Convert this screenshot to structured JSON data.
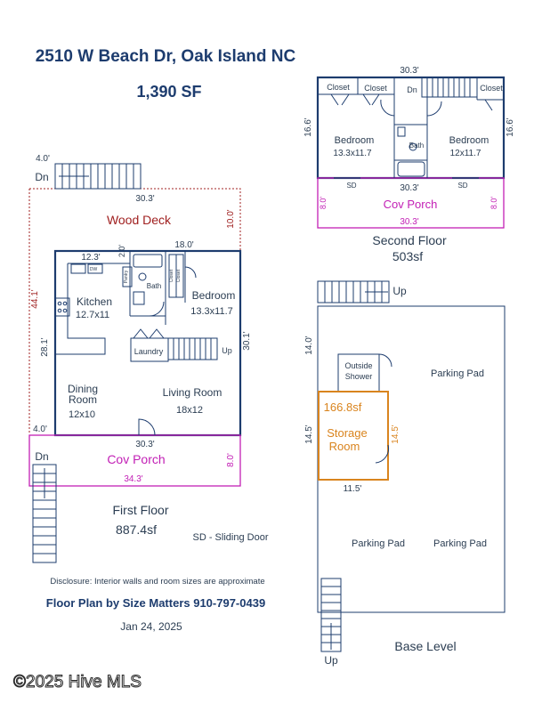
{
  "header": {
    "address": "2510 W Beach Dr, Oak Island NC",
    "total_sf": "1,390 SF"
  },
  "first_floor": {
    "title": "First Floor",
    "area": "887.4sf",
    "rooms": {
      "wood_deck": "Wood Deck",
      "kitchen": "Kitchen",
      "kitchen_size": "12.7x11",
      "bath": "Bath",
      "bedroom": "Bedroom",
      "bedroom_size": "13.3x11.7",
      "laundry": "Laundry",
      "dining": "Dining",
      "dining2": "Room",
      "dining_size": "12x10",
      "living": "Living Room",
      "living_size": "18x12",
      "cov_porch": "Cov Porch",
      "dw": "DW",
      "pantry": "Pantry",
      "closet1": "Closet",
      "closet2": "Closet"
    },
    "dims": {
      "d4a": "4.0'",
      "d303a": "30.3'",
      "d10": "10.0'",
      "d123": "12.3'",
      "d20": "2.0'",
      "d18": "18.0'",
      "d441": "44.1'",
      "d281": "28.1'",
      "d301": "30.1'",
      "d4b": "4.0'",
      "d303b": "30.3'",
      "d8": "8.0'",
      "d343": "34.3'"
    },
    "stairs": {
      "dn1": "Dn",
      "up": "Up",
      "dn2": "Dn"
    }
  },
  "second_floor": {
    "title": "Second Floor",
    "area": "503sf",
    "rooms": {
      "closet1": "Closet",
      "closet2": "Closet",
      "closet3": "Closet",
      "dn": "Dn",
      "bedroom1": "Bedroom",
      "bedroom1_size": "13.3x11.7",
      "bath": "Bath",
      "bedroom2": "Bedroom",
      "bedroom2_size": "12x11.7",
      "sd1": "SD",
      "sd2": "SD",
      "cov_porch": "Cov Porch"
    },
    "dims": {
      "d303top": "30.3'",
      "d166l": "16.6'",
      "d166r": "16.6'",
      "d303mid": "30.3'",
      "d8l": "8.0'",
      "d8r": "8.0'",
      "d303bot": "30.3'"
    }
  },
  "base_level": {
    "title": "Base Level",
    "rooms": {
      "up_top": "Up",
      "outside": "Outside",
      "shower": "Shower",
      "parking1": "Parking Pad",
      "storage_sf": "166.8sf",
      "storage": "Storage",
      "room": "Room",
      "parking2": "Parking Pad",
      "parking3": "Parking Pad",
      "up_bottom": "Up"
    },
    "dims": {
      "d14": "14.0'",
      "d145l": "14.5'",
      "d145r": "14.5'",
      "d115": "11.5'"
    }
  },
  "notes": {
    "sd_legend": "SD - Sliding Door",
    "disclosure": "Disclosure: Interior walls and room sizes are approximate",
    "credit": "Floor Plan by Size Matters  910-797-0439",
    "date": "Jan 24, 2025",
    "watermark": "©2025 Hive MLS"
  },
  "colors": {
    "navy": "#1d3c6e",
    "porch": "#c21fb5",
    "deck": "#a02020",
    "storage": "#d9841e"
  }
}
